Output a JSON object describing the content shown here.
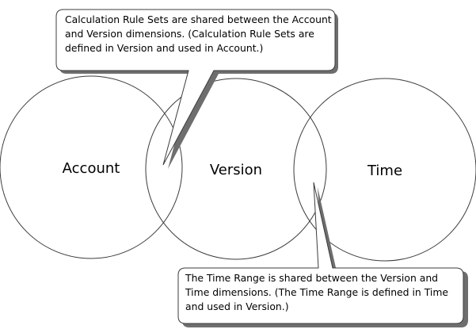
{
  "circles": [
    {
      "id": "account",
      "label": "Account"
    },
    {
      "id": "version",
      "label": "Version"
    },
    {
      "id": "time",
      "label": "Time"
    }
  ],
  "callouts": [
    {
      "id": "calculation-rule-sets",
      "lines": [
        "Calculation Rule Sets are shared between the Account",
        "and Version dimensions. (Calculation Rule Sets are",
        "defined in Version and used in Account.)"
      ]
    },
    {
      "id": "time-range",
      "lines": [
        "The Time Range is shared between the Version and",
        "Time dimensions. (The Time Range is defined in Time",
        "and used in Version.)"
      ]
    }
  ],
  "colors": {
    "stroke": "#3c3c3c",
    "shadow": "#6e6e6e",
    "fill": "#ffffff",
    "text": "#000000"
  }
}
